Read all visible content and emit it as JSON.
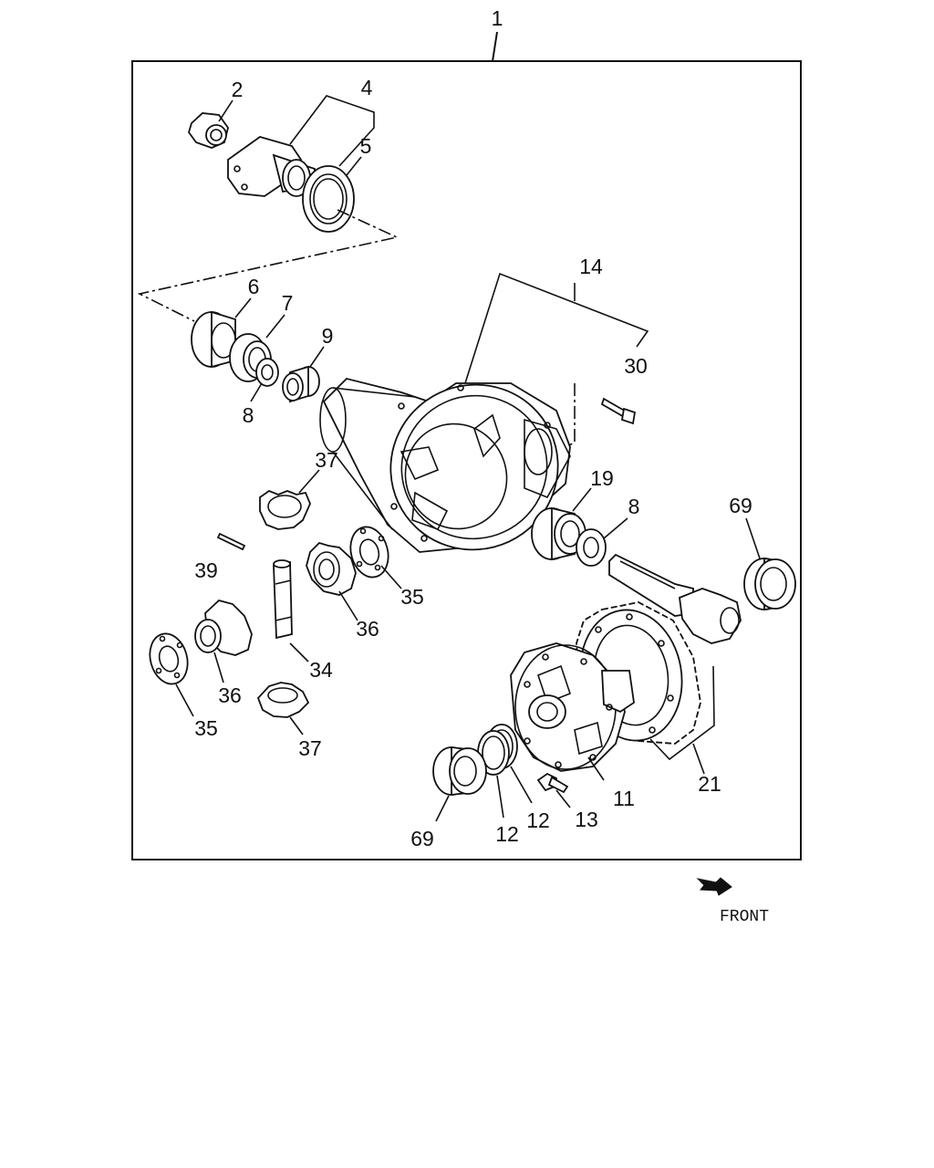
{
  "callouts": {
    "c1": "1",
    "c2": "2",
    "c4": "4",
    "c5": "5",
    "c6": "6",
    "c7": "7",
    "c8a": "8",
    "c9": "9",
    "c14": "14",
    "c30": "30",
    "c37a": "37",
    "c19": "19",
    "c8b": "8",
    "c69a": "69",
    "c39": "39",
    "c35a": "35",
    "c36a": "36",
    "c34": "34",
    "c36b": "36",
    "c35b": "35",
    "c37b": "37",
    "c21": "21",
    "c11": "11",
    "c13": "13",
    "c12a": "12",
    "c12b": "12",
    "c69b": "69"
  },
  "front_label": "FRONT",
  "icons": {
    "direction": "arrow-right-icon"
  }
}
